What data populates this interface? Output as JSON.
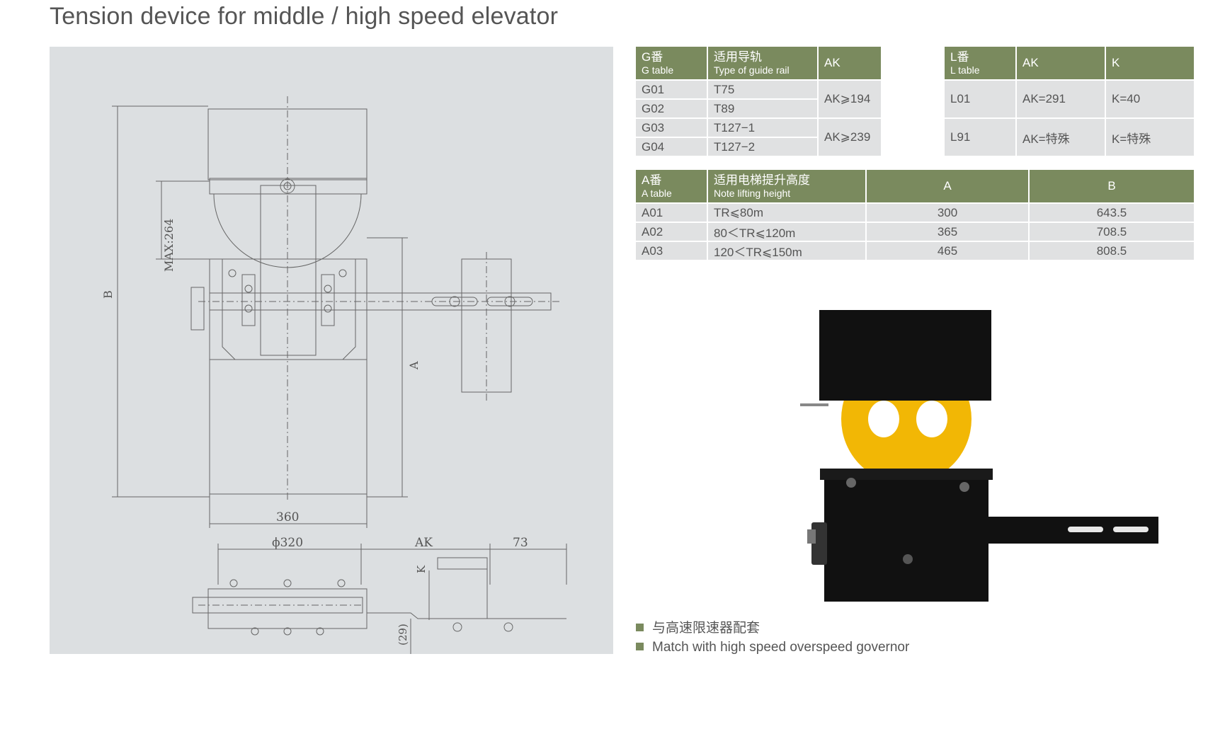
{
  "title": "Tension device for middle / high speed elevator",
  "drawing": {
    "labels": {
      "b": "B",
      "max264": "MAX:264",
      "a": "A",
      "w360": "360",
      "phi320": "ϕ320",
      "ak": "AK",
      "d73": "73",
      "k": "K",
      "d29": "(29)"
    }
  },
  "g_table": {
    "headers": [
      {
        "main": "G番",
        "sub": "G table"
      },
      {
        "main": "适用导轨",
        "sub": "Type of guide rail"
      },
      {
        "main": "AK",
        "sub": ""
      }
    ],
    "rows": [
      {
        "code": "G01",
        "rail": "T75"
      },
      {
        "code": "G02",
        "rail": "T89"
      },
      {
        "code": "G03",
        "rail": "T127−1"
      },
      {
        "code": "G04",
        "rail": "T127−2"
      }
    ],
    "ak_groups": [
      "AK⩾194",
      "AK⩾239"
    ]
  },
  "l_table": {
    "headers": [
      {
        "main": "L番",
        "sub": "L table"
      },
      {
        "main": "AK",
        "sub": ""
      },
      {
        "main": "K",
        "sub": ""
      }
    ],
    "rows": [
      {
        "code": "L01",
        "ak": "AK=291",
        "k": "K=40"
      },
      {
        "code": "L91",
        "ak": "AK=特殊",
        "k": "K=特殊"
      }
    ]
  },
  "a_table": {
    "headers": [
      {
        "main": "A番",
        "sub": "A table"
      },
      {
        "main": "适用电梯提升高度",
        "sub": "Note lifting height"
      },
      {
        "main": "A",
        "sub": ""
      },
      {
        "main": "B",
        "sub": ""
      }
    ],
    "rows": [
      {
        "code": "A01",
        "height": "TR⩽80m",
        "a": "300",
        "b": "643.5"
      },
      {
        "code": "A02",
        "height": "80＜TR⩽120m",
        "a": "365",
        "b": "708.5"
      },
      {
        "code": "A03",
        "height": "120＜TR⩽150m",
        "a": "465",
        "b": "808.5"
      }
    ]
  },
  "notes": [
    "与高速限速器配套",
    "Match with high speed overspeed governor"
  ],
  "colors": {
    "header_green": "#7a8a5e",
    "cell_gray": "#e0e1e2",
    "drawing_bg": "#dcdfe1",
    "wheel_yellow": "#f2b705"
  }
}
